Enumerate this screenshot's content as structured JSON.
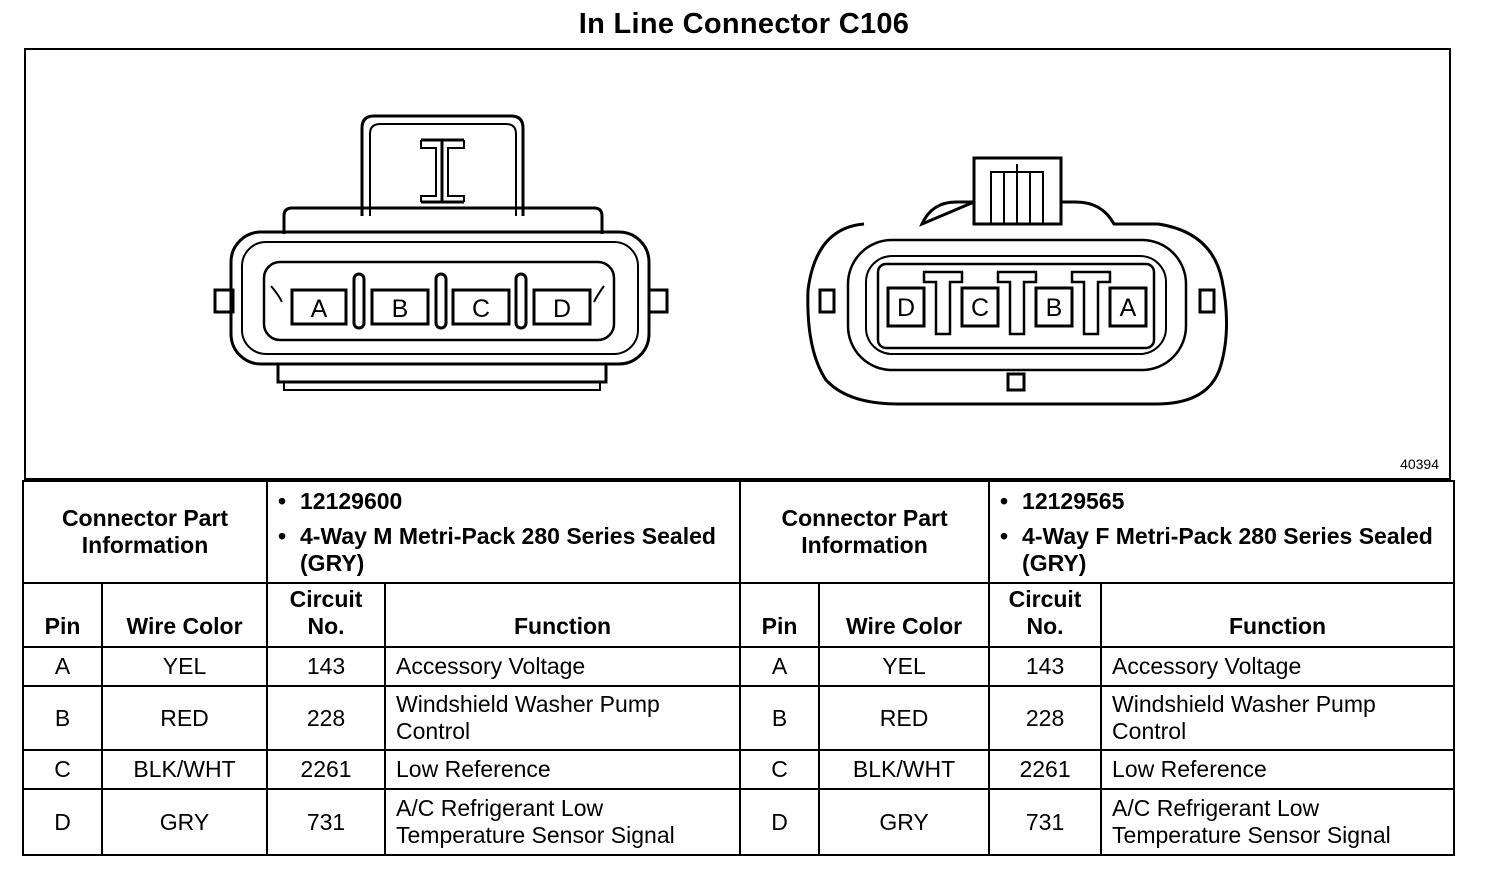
{
  "title": "In Line Connector C106",
  "figure_id": "40394",
  "male_connector": {
    "cavity_labels": [
      "A",
      "B",
      "C",
      "D"
    ]
  },
  "female_connector": {
    "cavity_labels": [
      "D",
      "C",
      "B",
      "A"
    ]
  },
  "tables": [
    {
      "part_info_label": "Connector Part Information",
      "part_number": "12129600",
      "description": "4-Way M Metri-Pack 280 Series Sealed (GRY)",
      "headers": {
        "pin": "Pin",
        "wire_color": "Wire Color",
        "circuit": "Circuit No.",
        "function": "Function"
      },
      "rows": [
        {
          "pin": "A",
          "wire_color": "YEL",
          "circuit": "143",
          "function": "Accessory Voltage"
        },
        {
          "pin": "B",
          "wire_color": "RED",
          "circuit": "228",
          "function": "Windshield Washer Pump Control"
        },
        {
          "pin": "C",
          "wire_color": "BLK/WHT",
          "circuit": "2261",
          "function": "Low Reference"
        },
        {
          "pin": "D",
          "wire_color": "GRY",
          "circuit": "731",
          "function": "A/C Refrigerant Low Temperature Sensor Signal"
        }
      ]
    },
    {
      "part_info_label": "Connector Part Information",
      "part_number": "12129565",
      "description": "4-Way F Metri-Pack 280 Series Sealed (GRY)",
      "headers": {
        "pin": "Pin",
        "wire_color": "Wire Color",
        "circuit": "Circuit No.",
        "function": "Function"
      },
      "rows": [
        {
          "pin": "A",
          "wire_color": "YEL",
          "circuit": "143",
          "function": "Accessory Voltage"
        },
        {
          "pin": "B",
          "wire_color": "RED",
          "circuit": "228",
          "function": "Windshield Washer Pump Control"
        },
        {
          "pin": "C",
          "wire_color": "BLK/WHT",
          "circuit": "2261",
          "function": "Low Reference"
        },
        {
          "pin": "D",
          "wire_color": "GRY",
          "circuit": "731",
          "function": "A/C Refrigerant Low Temperature Sensor Signal"
        }
      ]
    }
  ]
}
